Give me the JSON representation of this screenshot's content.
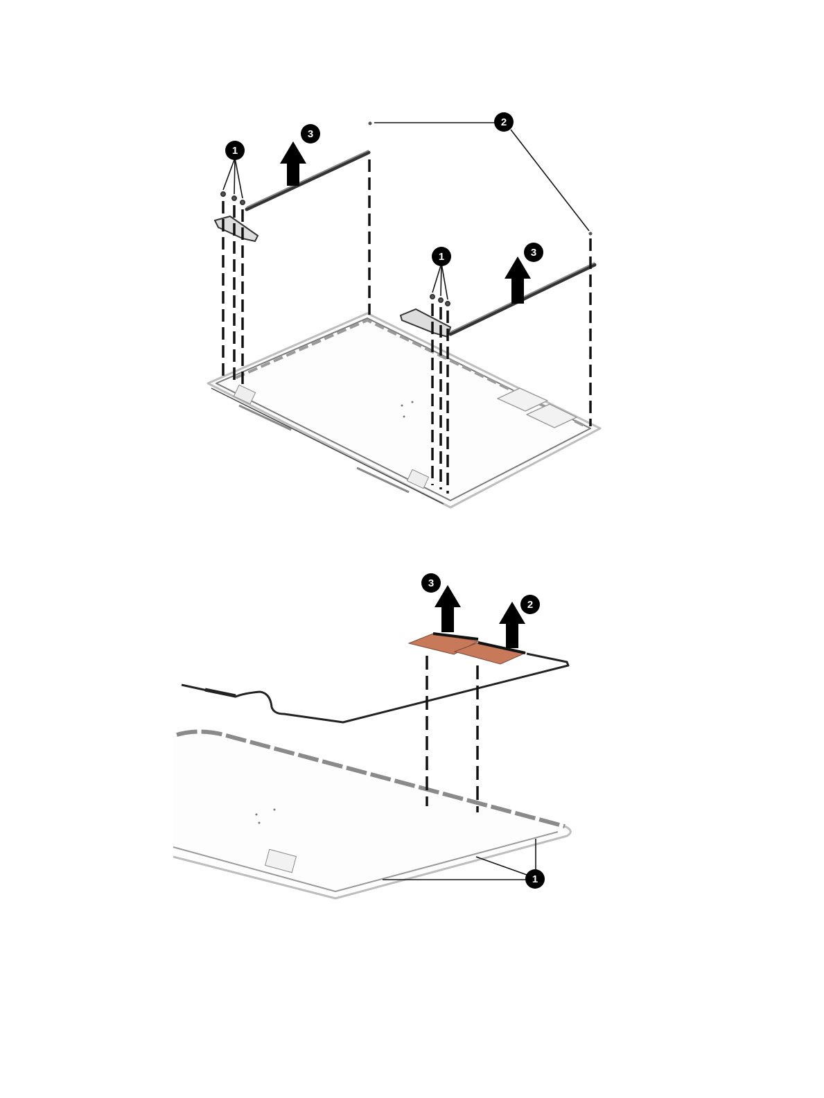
{
  "callouts": {
    "hinge_screws": "1",
    "hinge_covers_screws": "2",
    "hinges_lift": "3",
    "bezel_adhesive": "1",
    "antenna_right": "2",
    "antenna_left": "3"
  },
  "colors": {
    "line": "#111111",
    "cover": "#c9c9c9",
    "antenna_pad": "#c8795a",
    "callout_fill": "#000000"
  }
}
